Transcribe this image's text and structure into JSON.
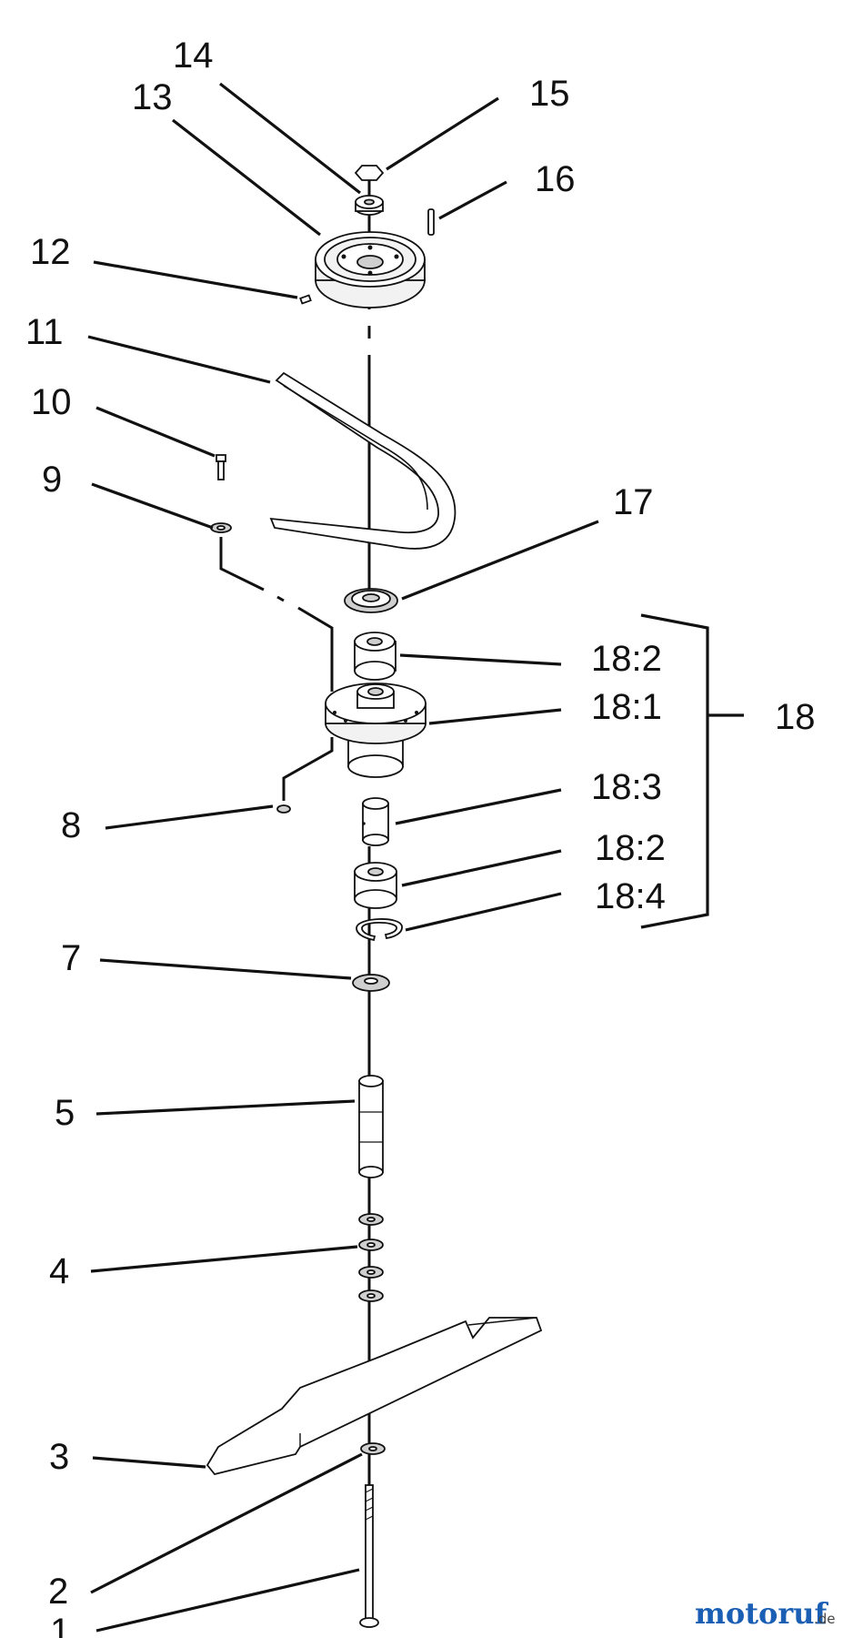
{
  "labels": {
    "l1": "1",
    "l2": "2",
    "l3": "3",
    "l4": "4",
    "l5": "5",
    "l7": "7",
    "l8": "8",
    "l9": "9",
    "l10": "10",
    "l11": "11",
    "l12": "12",
    "l13": "13",
    "l14": "14",
    "l15": "15",
    "l16": "16",
    "l17": "17",
    "l18": "18",
    "l18_1": "18:1",
    "l18_2a": "18:2",
    "l18_2b": "18:2",
    "l18_3": "18:3",
    "l18_4": "18:4"
  },
  "watermark": {
    "brand": "motoruf",
    "tld": ".de"
  }
}
